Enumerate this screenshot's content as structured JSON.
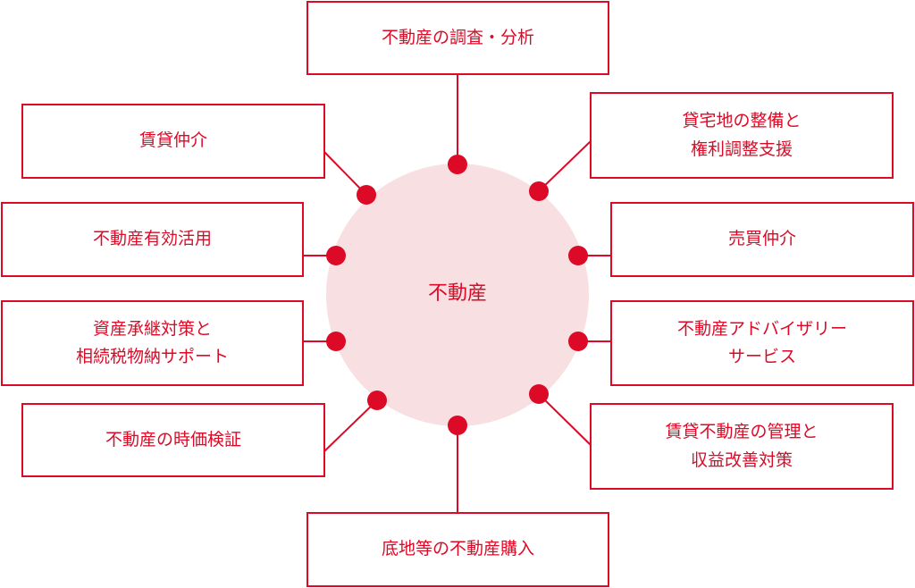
{
  "center_label": "不動産",
  "colors": {
    "accent": "#dc0a26",
    "circle_fill": "#f8dfe2"
  },
  "nodes": [
    {
      "id": "research",
      "label": "不動産の調査・分析"
    },
    {
      "id": "rental-brokerage",
      "label": "賃貸仲介"
    },
    {
      "id": "leased-land",
      "label": "貸宅地の整備と\n権利調整支援"
    },
    {
      "id": "effective-use",
      "label": "不動産有効活用"
    },
    {
      "id": "sales-brokerage",
      "label": "売買仲介"
    },
    {
      "id": "succession",
      "label": "資産承継対策と\n相続税物納サポート"
    },
    {
      "id": "advisory",
      "label": "不動産アドバイザリー\nサービス"
    },
    {
      "id": "valuation",
      "label": "不動産の時価検証"
    },
    {
      "id": "rental-management",
      "label": "賃貸不動産の管理と\n収益改善対策"
    },
    {
      "id": "land-purchase",
      "label": "底地等の不動産購入"
    }
  ]
}
